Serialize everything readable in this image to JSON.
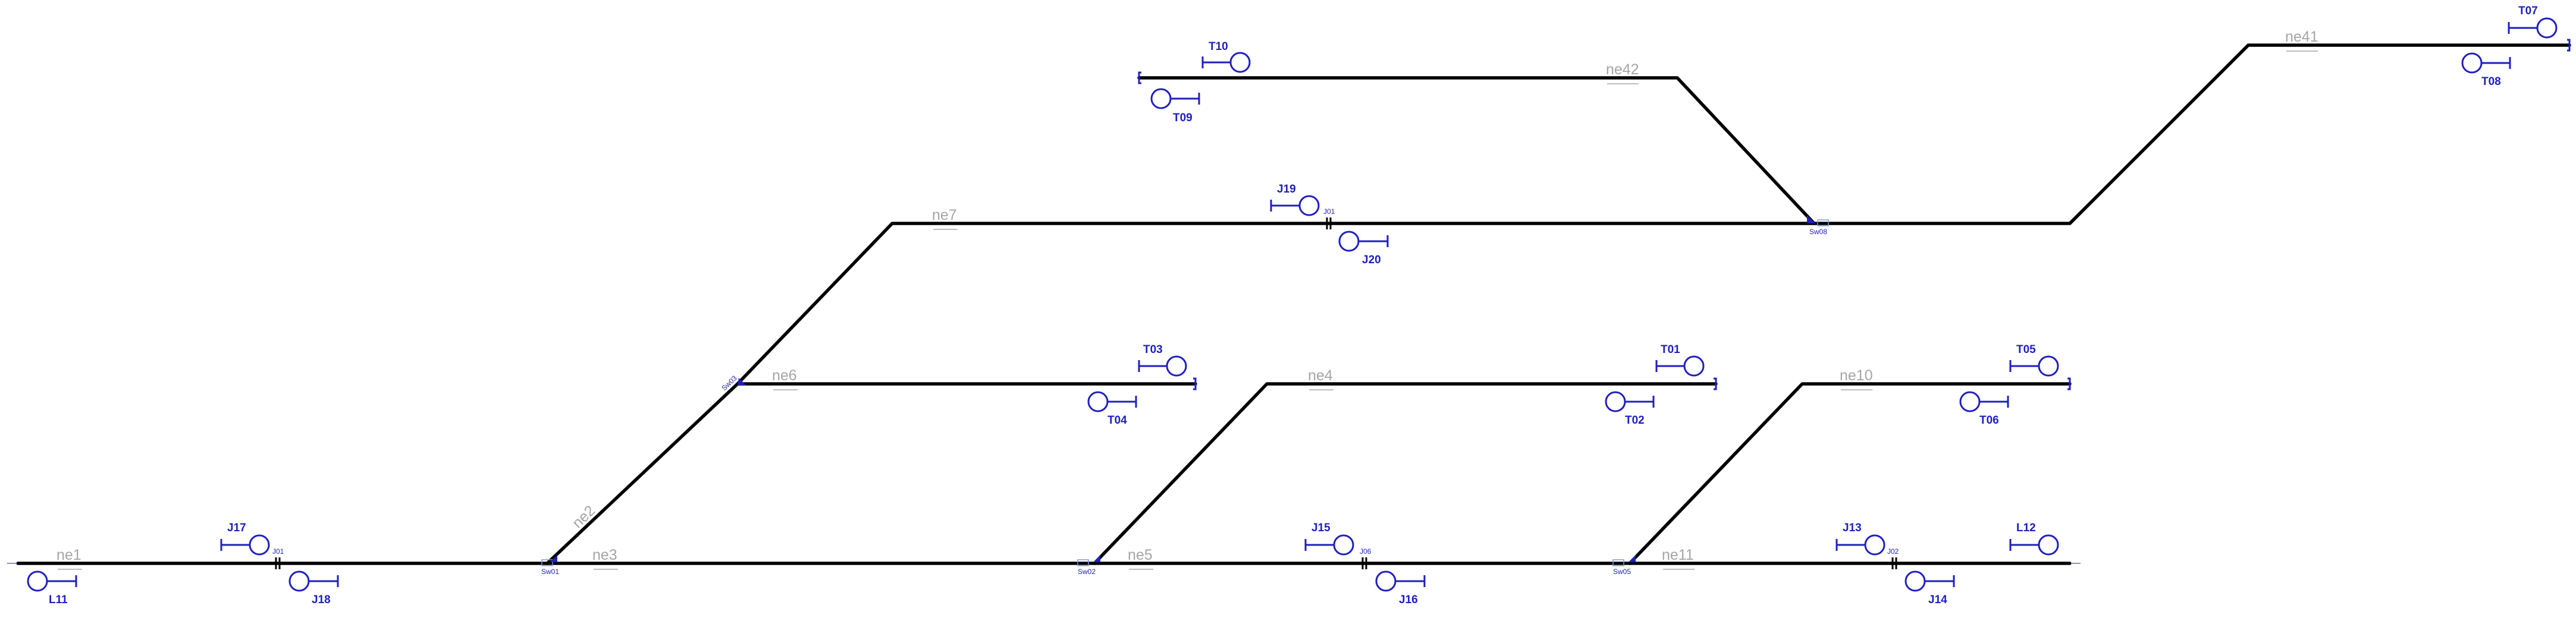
{
  "track_labels": {
    "ne1": "ne1",
    "ne2": "ne2",
    "ne3": "ne3",
    "ne4": "ne4",
    "ne5": "ne5",
    "ne6": "ne6",
    "ne7": "ne7",
    "ne10": "ne10",
    "ne11": "ne11",
    "ne41": "ne41",
    "ne42": "ne42"
  },
  "switch_labels": {
    "sw01": "Sw01",
    "sw02": "Sw02",
    "sw03": "Sw03",
    "sw05": "Sw05",
    "sw08": "Sw08"
  },
  "joint_labels": {
    "j01_left": "J01",
    "j01_top": "J01",
    "j02": "J02",
    "j06": "J06"
  },
  "signal_labels": {
    "l11": "L11",
    "l12": "L12",
    "j13": "J13",
    "j14": "J14",
    "j15": "J15",
    "j16": "J16",
    "j17": "J17",
    "j18": "J18",
    "j19": "J19",
    "j20": "J20",
    "t01": "T01",
    "t02": "T02",
    "t03": "T03",
    "t04": "T04",
    "t05": "T05",
    "t06": "T06",
    "t07": "T07",
    "t08": "T08",
    "t09": "T09",
    "t10": "T10"
  },
  "colors": {
    "track": "#000000",
    "signal": "#1f1fbf",
    "label": "#a6a6a6"
  }
}
